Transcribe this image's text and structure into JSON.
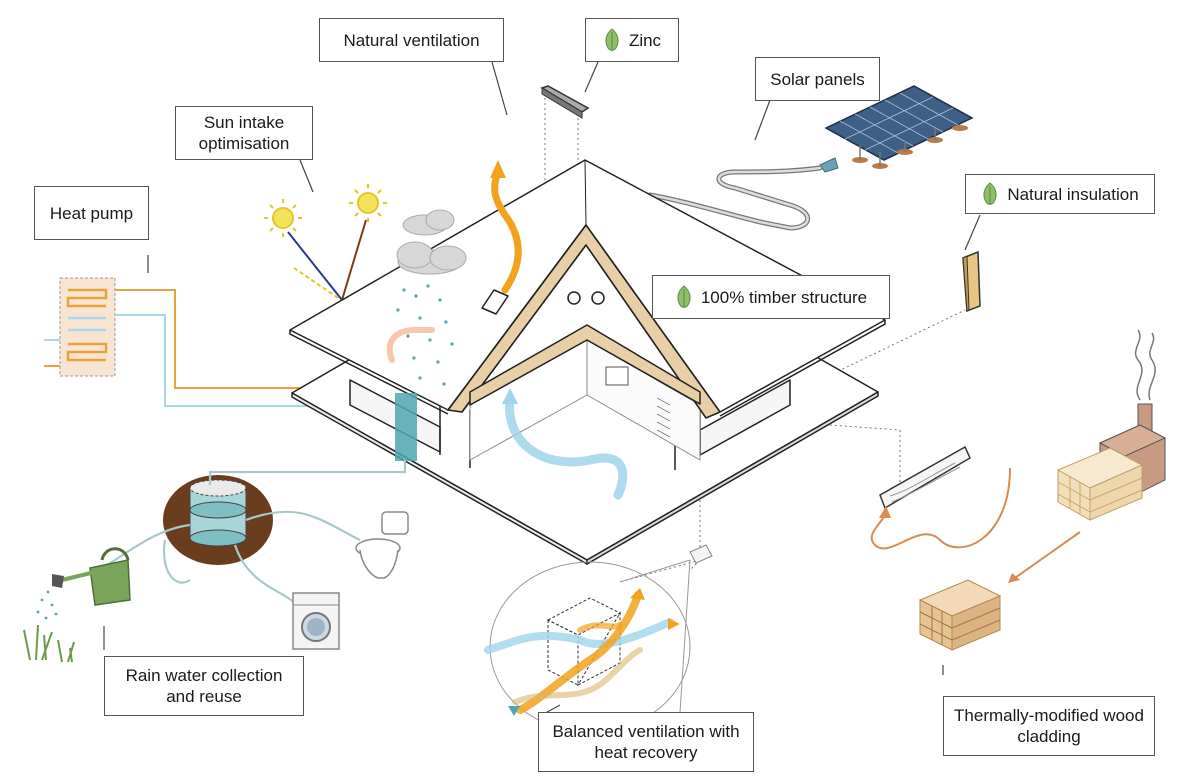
{
  "labels": {
    "natural_ventilation": "Natural ventilation",
    "zinc": "Zinc",
    "solar_panels": "Solar panels",
    "sun_intake": "Sun intake optimisation",
    "heat_pump": "Heat pump",
    "natural_insulation": "Natural insulation",
    "timber_structure": "100% timber structure",
    "rain_water": "Rain water collection and reuse",
    "balanced_ventilation": "Balanced ventilation with heat recovery",
    "thermally_modified": "Thermally-modified wood cladding"
  },
  "eco_marker_icon": "leaf-icon",
  "colors": {
    "line": "#333333",
    "leaf": "#8fbf6b",
    "warm_air": "#f2a21c",
    "cool_air": "#9fd4ea",
    "water": "#4fa6b0",
    "timber": "#e8cfa8",
    "heat_pump_warm": "#e8a23a",
    "heat_pump_cold": "#a8d6ea",
    "solar_panel": "#3e5f86",
    "earth": "#6b3d1f"
  }
}
